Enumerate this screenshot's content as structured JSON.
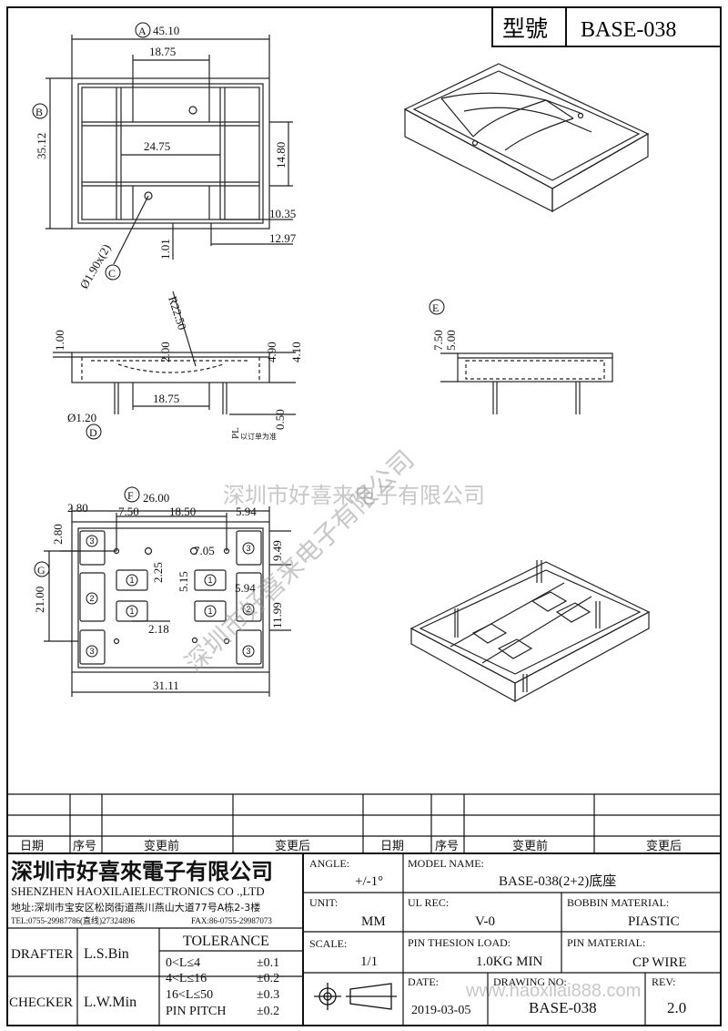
{
  "header": {
    "model_label": "型號",
    "model_value": "BASE-038"
  },
  "dims": {
    "a_label": "A",
    "b_label": "B",
    "c_label": "C",
    "d_label": "D",
    "e_label": "E",
    "f_label": "F",
    "g_label": "G",
    "w_total": "45.10",
    "w_inner": "18.75",
    "h_total": "35.12",
    "w_mid": "24.75",
    "h_mid": "14.80",
    "d_1035": "10.35",
    "d_1297": "12.97",
    "d_101": "1.01",
    "hole": "Ø1.90x(2)",
    "radius": "R22.50",
    "side_100": "1.00",
    "side_200": "2.00",
    "side_1875": "18.75",
    "side_490": "4.90",
    "side_410": "4.10",
    "side_050": "0.50",
    "pin_dia": "Ø1.20",
    "pl": "PL",
    "pl_note": "以订单为准",
    "e_750": "7.50",
    "e_500": "5.00",
    "b_280a": "2.80",
    "b_280b": "2.80",
    "b_2600": "26.00",
    "b_750": "7.50",
    "b_1850": "18.50",
    "b_594a": "5.94",
    "b_949": "9.49",
    "b_225": "2.25",
    "b_705": "7.05",
    "b_515": "5.15",
    "b_594b": "5.94",
    "b_2100": "21.00",
    "b_1199": "11.99",
    "b_218": "2.18",
    "b_3111": "31.11",
    "pad_1": "1",
    "pad_2": "2",
    "pad_3": "3"
  },
  "watermark": {
    "company": "深圳市好喜来电子有限公司",
    "diag": "深圳市好喜来电子有限公司",
    "url": "www.haoxilai888.com"
  },
  "revision": {
    "date": "日期",
    "seq": "序号",
    "before": "变更前",
    "after": "变更后"
  },
  "company": {
    "name_cn": "深圳市好喜來電子有限公司",
    "name_en": "SHENZHEN HAOXILAIELECTRONICS CO .,LTD",
    "address": "地址:深圳市宝安区松岗街道燕川燕山大道77号A栋2-3楼",
    "tel": "TEL:0755-29987786(直线)27324896",
    "fax": "FAX:86-0755-29987073"
  },
  "title": {
    "drafter_label": "DRAFTER",
    "drafter": "L.S.Bin",
    "checker_label": "CHECKER",
    "checker": "L.W.Min",
    "tolerance_label": "TOLERANCE",
    "tol_rows": [
      {
        "range": "0<L≤4",
        "value": "±0.1"
      },
      {
        "range": "4<L≤16",
        "value": "±0.2"
      },
      {
        "range": "16<L≤50",
        "value": "±0.3"
      },
      {
        "range": "PIN PITCH",
        "value": "±0.2"
      }
    ],
    "angle_label": "ANGLE:",
    "angle": "+/-1°",
    "unit_label": "UNIT:",
    "unit": "MM",
    "scale_label": "SCALE:",
    "scale": "1/1",
    "model_name_label": "MODEL NAME:",
    "model_name": "BASE-038(2+2)底座",
    "ul_label": "UL REC:",
    "ul": "V-0",
    "bobbin_label": "BOBBIN MATERIAL:",
    "bobbin": "PIASTIC",
    "pin_load_label": "PIN THESION LOAD:",
    "pin_load": "1.0KG MIN",
    "pin_mat_label": "PIN MATERIAL:",
    "pin_mat": "CP   WIRE",
    "date_label": "DATE:",
    "date": "2019-03-05",
    "drawing_label": "DRAWING NO:",
    "drawing": "BASE-038",
    "rev_label": "REV:",
    "rev": "2.0"
  }
}
